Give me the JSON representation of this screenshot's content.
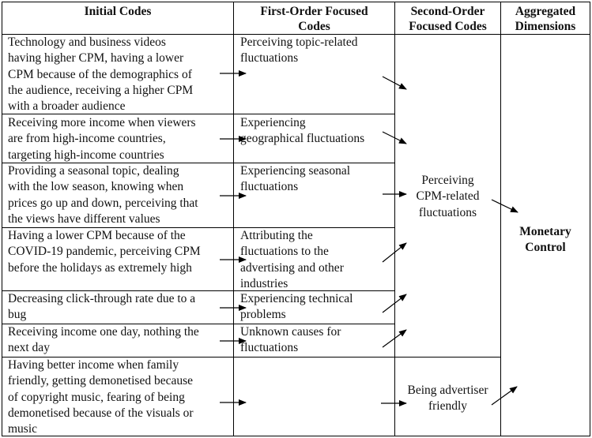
{
  "headers": {
    "initial": "Initial Codes",
    "first": "First-Order Focused\nCodes",
    "second": "Second-Order\nFocused Codes",
    "aggregated": "Aggregated\nDimensions"
  },
  "rows": [
    {
      "initial": "Technology and business videos\nhaving higher CPM, having a lower\nCPM because of the demographics of\nthe audience, receiving a higher CPM\nwith a broader audience",
      "first": "Perceiving topic-related\nfluctuations"
    },
    {
      "initial": "Receiving more income when viewers\nare from high-income countries,\ntargeting high-income countries",
      "first": "Experiencing\ngeographical fluctuations"
    },
    {
      "initial": "Providing a seasonal topic, dealing\nwith the low season, knowing when\nprices go up and down, perceiving that\nthe views have different values",
      "first": "Experiencing seasonal\nfluctuations"
    },
    {
      "initial": "Having a lower CPM because of the\nCOVID-19 pandemic, perceiving CPM\nbefore the holidays as extremely high",
      "first": "Attributing the\nfluctuations to the\nadvertising and other\nindustries"
    },
    {
      "initial": "Decreasing click-through rate due to a\nbug",
      "first": "Experiencing technical\nproblems"
    },
    {
      "initial": "Receiving income one day, nothing the\nnext day",
      "first": "Unknown causes for\nfluctuations"
    },
    {
      "initial": "Having better income when family\nfriendly, getting demonetised because\nof copyright music, fearing of being\ndemonetised because of the visuals or\nmusic",
      "first": ""
    }
  ],
  "second_order": {
    "cpm": "Perceiving\nCPM-related\nfluctuations",
    "advertiser": "Being advertiser\nfriendly"
  },
  "aggregated": {
    "monetary": "Monetary\nControl"
  }
}
